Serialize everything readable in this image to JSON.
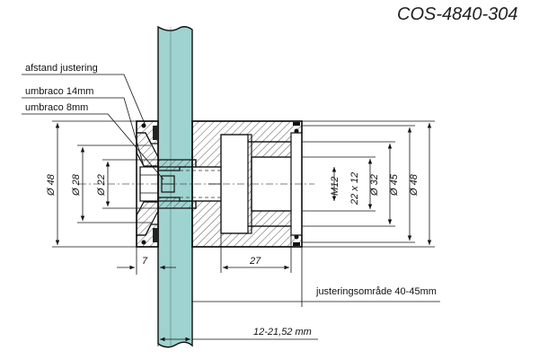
{
  "title": "COS-4840-304",
  "callouts": {
    "afstand_justering": "afstand justering",
    "umbraco_14": "umbraco 14mm",
    "umbraco_8": "umbraco 8mm"
  },
  "dimensions": {
    "left_d48": "Ø 48",
    "left_d28": "Ø 28",
    "left_d22": "Ø 22",
    "thread_m12": "M12",
    "thread_22x12": "22 x 12",
    "right_d32": "Ø 32",
    "right_d45": "Ø 45",
    "right_d48": "Ø 48",
    "width_7": "7",
    "width_27": "27",
    "adjust_range": "justeringsområde 40-45mm",
    "glass_range": "12-21,52 mm"
  },
  "colors": {
    "glass": "#9ed3d0",
    "line": "#111111"
  }
}
